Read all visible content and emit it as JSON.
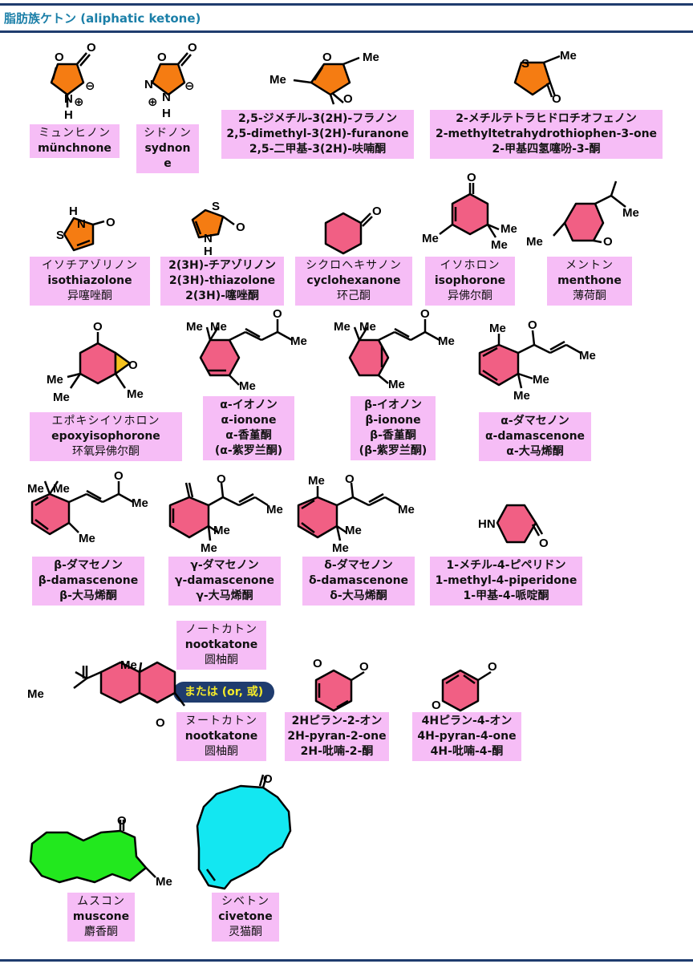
{
  "header": {
    "title": "脂肪族ケトン (aliphatic ketone)"
  },
  "or_badge": "または (or, 或)",
  "atoms": {
    "O": "O",
    "N": "N",
    "H": "H",
    "S": "S",
    "Me": "Me",
    "HN": "HN",
    "plus": "⊕",
    "minus": "⊖"
  },
  "compounds": [
    {
      "id": "munchnone",
      "lines": [
        "ミュンヒノン",
        "münchnone"
      ]
    },
    {
      "id": "sydnone",
      "lines": [
        "シドノン",
        "sydnon",
        "e"
      ]
    },
    {
      "id": "dimethylfuranone",
      "lines": [
        "2,5-ジメチル-3(2H)-フラノン",
        "2,5-dimethyl-3(2H)-furanone",
        "2,5-二甲基-3(2H)-呋喃酮"
      ]
    },
    {
      "id": "methylthiophenone",
      "lines": [
        "2-メチルテトラヒドロチオフェノン",
        "2-methyltetrahydrothiophen-3-one",
        "2-甲基四氢噻吩-3-酮"
      ]
    },
    {
      "id": "isothiazolone",
      "lines": [
        "イソチアゾリノン",
        "isothiazolone",
        "异噻唑酮"
      ]
    },
    {
      "id": "thiazolone",
      "lines": [
        "2(3H)-チアゾリノン",
        "2(3H)-thiazolone",
        "2(3H)-噻唑酮"
      ]
    },
    {
      "id": "cyclohexanone",
      "lines": [
        "シクロヘキサノン",
        "cyclohexanone",
        "环己酮"
      ]
    },
    {
      "id": "isophorone",
      "lines": [
        "イソホロン",
        "isophorone",
        "异佛尔酮"
      ]
    },
    {
      "id": "menthone",
      "lines": [
        "メントン",
        "menthone",
        "薄荷酮"
      ]
    },
    {
      "id": "epoxyisophorone",
      "lines": [
        "エポキシイソホロン",
        "epoxyisophorone",
        "环氧异佛尔酮"
      ]
    },
    {
      "id": "alpha_ionone",
      "lines": [
        "α-イオノン",
        "α-ionone",
        "α-香堇酮",
        "(α-紫罗兰酮)"
      ]
    },
    {
      "id": "beta_ionone",
      "lines": [
        "β-イオノン",
        "β-ionone",
        "β-香堇酮",
        "(β-紫罗兰酮)"
      ]
    },
    {
      "id": "alpha_damascenone",
      "lines": [
        "α-ダマセノン",
        "α-damascenone",
        "α-大马烯酮"
      ]
    },
    {
      "id": "beta_damascenone",
      "lines": [
        "β-ダマセノン",
        "β-damascenone",
        "β-大马烯酮"
      ]
    },
    {
      "id": "gamma_damascenone",
      "lines": [
        "γ-ダマセノン",
        "γ-damascenone",
        "γ-大马烯酮"
      ]
    },
    {
      "id": "delta_damascenone",
      "lines": [
        "δ-ダマセノン",
        "δ-damascenone",
        "δ-大马烯酮"
      ]
    },
    {
      "id": "methylpiperidone",
      "lines": [
        "1-メチル-4-ピペリドン",
        "1-methyl-4-piperidone",
        "1-甲基-4-哌啶酮"
      ]
    },
    {
      "id": "nootkatone1",
      "lines": [
        "ノートカトン",
        "nootkatone",
        "圆柚酮"
      ]
    },
    {
      "id": "nootkatone2",
      "lines": [
        "ヌートカトン",
        "nootkatone",
        "圆柚酮"
      ]
    },
    {
      "id": "pyran2one",
      "lines": [
        "2Hピラン-2-オン",
        "2H-pyran-2-one",
        "2H-吡喃-2-酮"
      ]
    },
    {
      "id": "pyran4one",
      "lines": [
        "4Hピラン-4-オン",
        "4H-pyran-4-one",
        "4H-吡喃-4-酮"
      ]
    },
    {
      "id": "muscone",
      "lines": [
        "ムスコン",
        "muscone",
        "麝香酮"
      ]
    },
    {
      "id": "civetone",
      "lines": [
        "シベトン",
        "civetone",
        "灵猫酮"
      ]
    }
  ],
  "colors": {
    "rule": "#1f3c6e",
    "title": "#1b7fa8",
    "label_bg": "#f6bdf6",
    "pink": "#f15f84",
    "orange": "#f57c12",
    "green": "#22e81e",
    "cyan": "#13e7f1",
    "badge_text": "#f4ea2a"
  }
}
